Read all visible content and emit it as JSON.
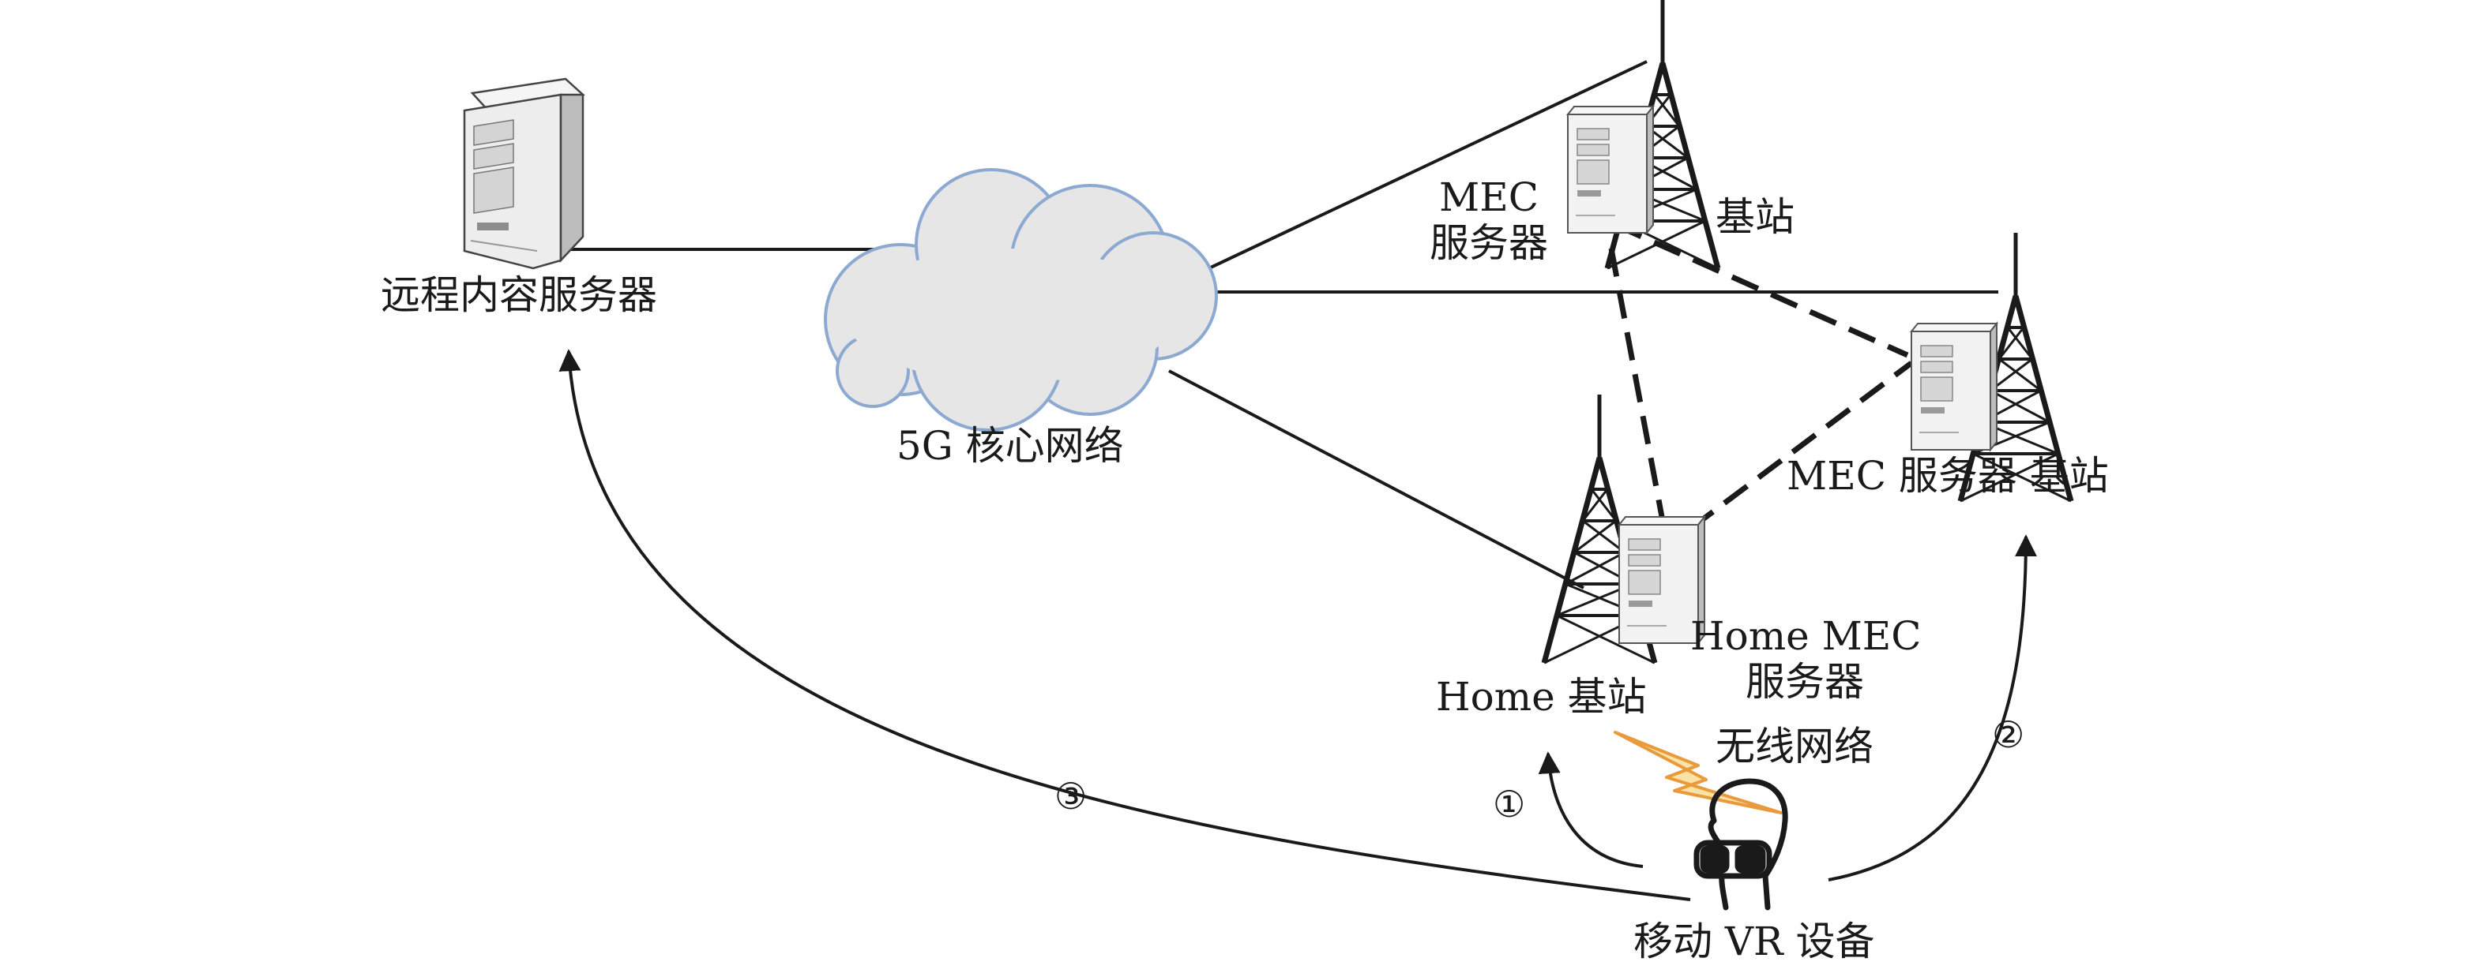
{
  "labels": {
    "remote_server": "远程内容服务器",
    "core_network": "5G 核心网络",
    "top_mec_line1": "MEC",
    "top_mec_line2": "服务器",
    "top_base_station": "基站",
    "right_mec_base": "MEC 服务器 基站",
    "home_base_station": "Home 基站",
    "home_mec_line1": "Home MEC",
    "home_mec_line2": "服务器",
    "wireless_network": "无线网络",
    "vr_device": "移动 VR 设备",
    "path_1": "①",
    "path_2": "②",
    "path_3": "③"
  },
  "colors": {
    "line": "#1a1a1a",
    "cloud_fill": "#e6e6e6",
    "cloud_stroke": "#8ca9d1",
    "server_light": "#f2f2f2",
    "server_dark": "#bdbdbd",
    "lightning_fill": "#fde2a6",
    "lightning_stroke": "#e89a3c"
  },
  "icons": [
    "server-icon",
    "cloud-icon",
    "tower-icon",
    "vr-headset-icon",
    "lightning-icon"
  ]
}
